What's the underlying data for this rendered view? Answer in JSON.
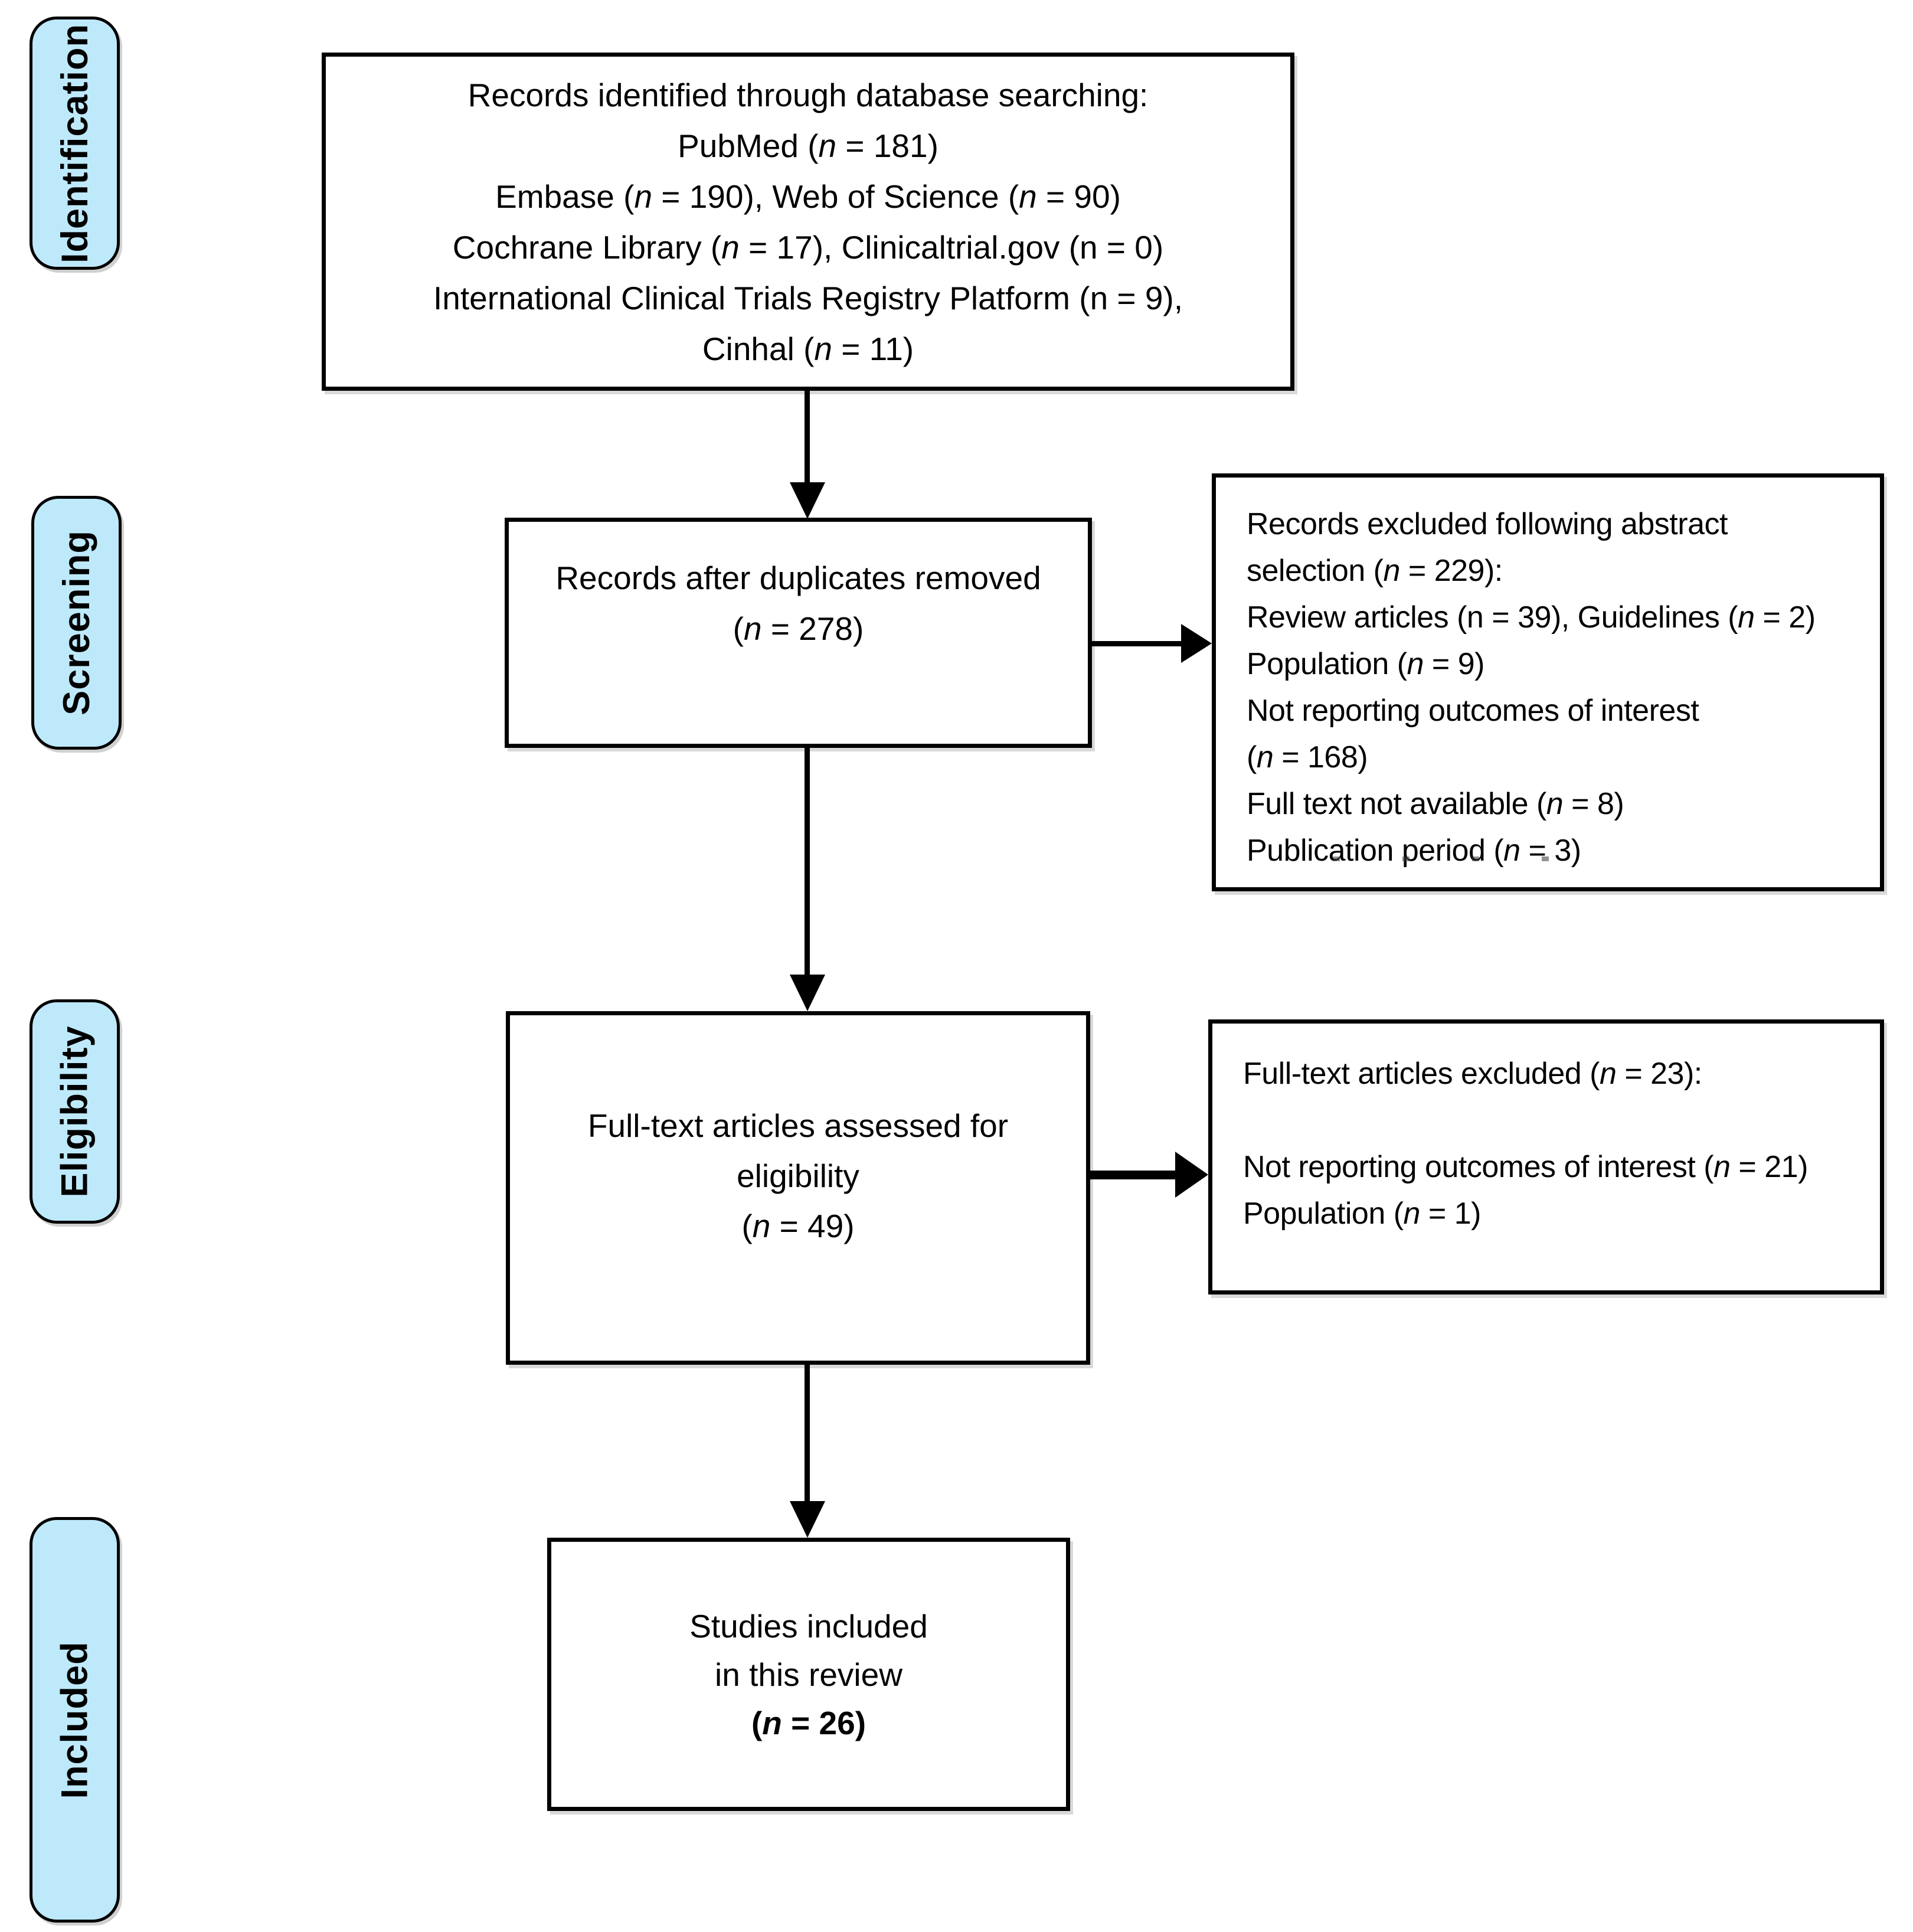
{
  "diagram_type": "PRISMA flow diagram",
  "colors": {
    "stage_fill": "#bee9fb",
    "border": "#000000",
    "background": "#ffffff",
    "arrow": "#000000"
  },
  "stages": {
    "identification": "Identification",
    "screening": "Screening",
    "eligibility": "Eligibility",
    "included": "Included"
  },
  "boxes": {
    "identification_records": {
      "lines": [
        [
          {
            "t": "Records identified through database searching:"
          }
        ],
        [
          {
            "t": "PubMed ("
          },
          {
            "t": "n",
            "i": true
          },
          {
            "t": " = 181)"
          }
        ],
        [
          {
            "t": "Embase ("
          },
          {
            "t": "n",
            "i": true
          },
          {
            "t": " = 190), Web of Science ("
          },
          {
            "t": "n",
            "i": true
          },
          {
            "t": " = 90)"
          }
        ],
        [
          {
            "t": "Cochrane Library ("
          },
          {
            "t": "n",
            "i": true
          },
          {
            "t": " = 17), Clinicaltrial.gov (n = 0)"
          }
        ],
        [
          {
            "t": "International Clinical Trials Registry Platform (n = 9),"
          }
        ],
        [
          {
            "t": "Cinhal ("
          },
          {
            "t": "n",
            "i": true
          },
          {
            "t": " = 11)"
          }
        ]
      ]
    },
    "duplicates_removed": {
      "lines": [
        [
          {
            "t": "Records after duplicates removed"
          }
        ],
        [
          {
            "t": "("
          },
          {
            "t": "n",
            "i": true
          },
          {
            "t": " = 278)"
          }
        ]
      ]
    },
    "abstract_excluded": {
      "lines": [
        [
          {
            "t": "Records excluded following abstract"
          }
        ],
        [
          {
            "t": "selection ("
          },
          {
            "t": "n",
            "i": true
          },
          {
            "t": " = 229):"
          }
        ],
        [
          {
            "t": "Review articles (n = 39), Guidelines ("
          },
          {
            "t": "n",
            "i": true
          },
          {
            "t": " = 2)"
          }
        ],
        [
          {
            "t": "Population ("
          },
          {
            "t": "n",
            "i": true
          },
          {
            "t": " = 9)"
          }
        ],
        [
          {
            "t": "Not reporting outcomes of interest"
          }
        ],
        [
          {
            "t": "("
          },
          {
            "t": "n",
            "i": true
          },
          {
            "t": " = 168)"
          }
        ],
        [
          {
            "t": "Full text not available ("
          },
          {
            "t": "n",
            "i": true
          },
          {
            "t": " = 8)"
          }
        ],
        [
          {
            "t": "Publication period ("
          },
          {
            "t": "n",
            "i": true
          },
          {
            "t": " = 3)"
          }
        ]
      ]
    },
    "fulltext_assessed": {
      "lines": [
        [
          {
            "t": "Full-text articles assessed for"
          }
        ],
        [
          {
            "t": "eligibility"
          }
        ],
        [
          {
            "t": "("
          },
          {
            "t": "n",
            "i": true
          },
          {
            "t": " = 49)"
          }
        ]
      ]
    },
    "fulltext_excluded": {
      "lines": [
        [
          {
            "t": "Full-text articles excluded ("
          },
          {
            "t": "n",
            "i": true
          },
          {
            "t": " = 23):"
          }
        ],
        [],
        [
          {
            "t": "Not reporting outcomes of interest ("
          },
          {
            "t": "n",
            "i": true
          },
          {
            "t": " = 21)"
          }
        ],
        [
          {
            "t": "Population ("
          },
          {
            "t": "n",
            "i": true
          },
          {
            "t": " = 1)"
          }
        ]
      ]
    },
    "included_studies": {
      "lines": [
        [
          {
            "t": "Studies included"
          }
        ],
        [
          {
            "t": "in this review"
          }
        ],
        [
          {
            "t": "(",
            "b": true
          },
          {
            "t": "n",
            "b": true,
            "i": true
          },
          {
            "t": " = 26",
            "b": true
          },
          {
            "t": ")",
            "b": true
          }
        ]
      ]
    }
  }
}
